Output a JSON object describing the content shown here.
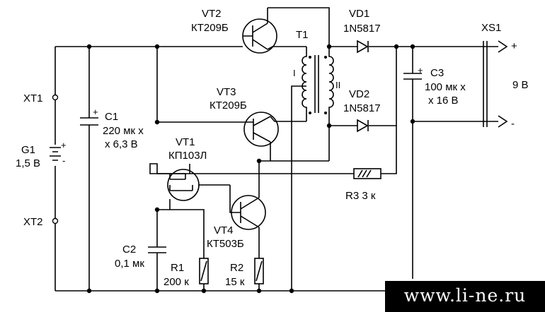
{
  "labels": {
    "vt2_ref": "VT2",
    "vt2_type": "КТ209Б",
    "vt3_ref": "VT3",
    "vt3_type": "КТ209Б",
    "vt1_ref": "VT1",
    "vt1_type": "КП103Л",
    "vt4_ref": "VT4",
    "vt4_type": "КТ503Б",
    "t1": "T1",
    "winding_1": "I",
    "winding_2": "II",
    "vd1_ref": "VD1",
    "vd1_type": "1N5817",
    "vd2_ref": "VD2",
    "vd2_type": "1N5817",
    "xs1": "XS1",
    "c3_ref": "C3",
    "c3_val1": "100 мк х",
    "c3_val2": "х 16 В",
    "out_v": "9 В",
    "plus": "+",
    "minus": "-",
    "xt1": "XT1",
    "xt2": "XT2",
    "g1_ref": "G1",
    "g1_val": "1,5 В",
    "c1_ref": "C1",
    "c1_val1": "220 мк х",
    "c1_val2": "х 6,3 В",
    "c2_ref": "C2",
    "c2_val": "0,1 мк",
    "r1_ref": "R1",
    "r1_val": "200 к",
    "r2_ref": "R2",
    "r2_val": "15 к",
    "r3": "R3 3 к"
  },
  "watermark": "www.li-ne.ru"
}
